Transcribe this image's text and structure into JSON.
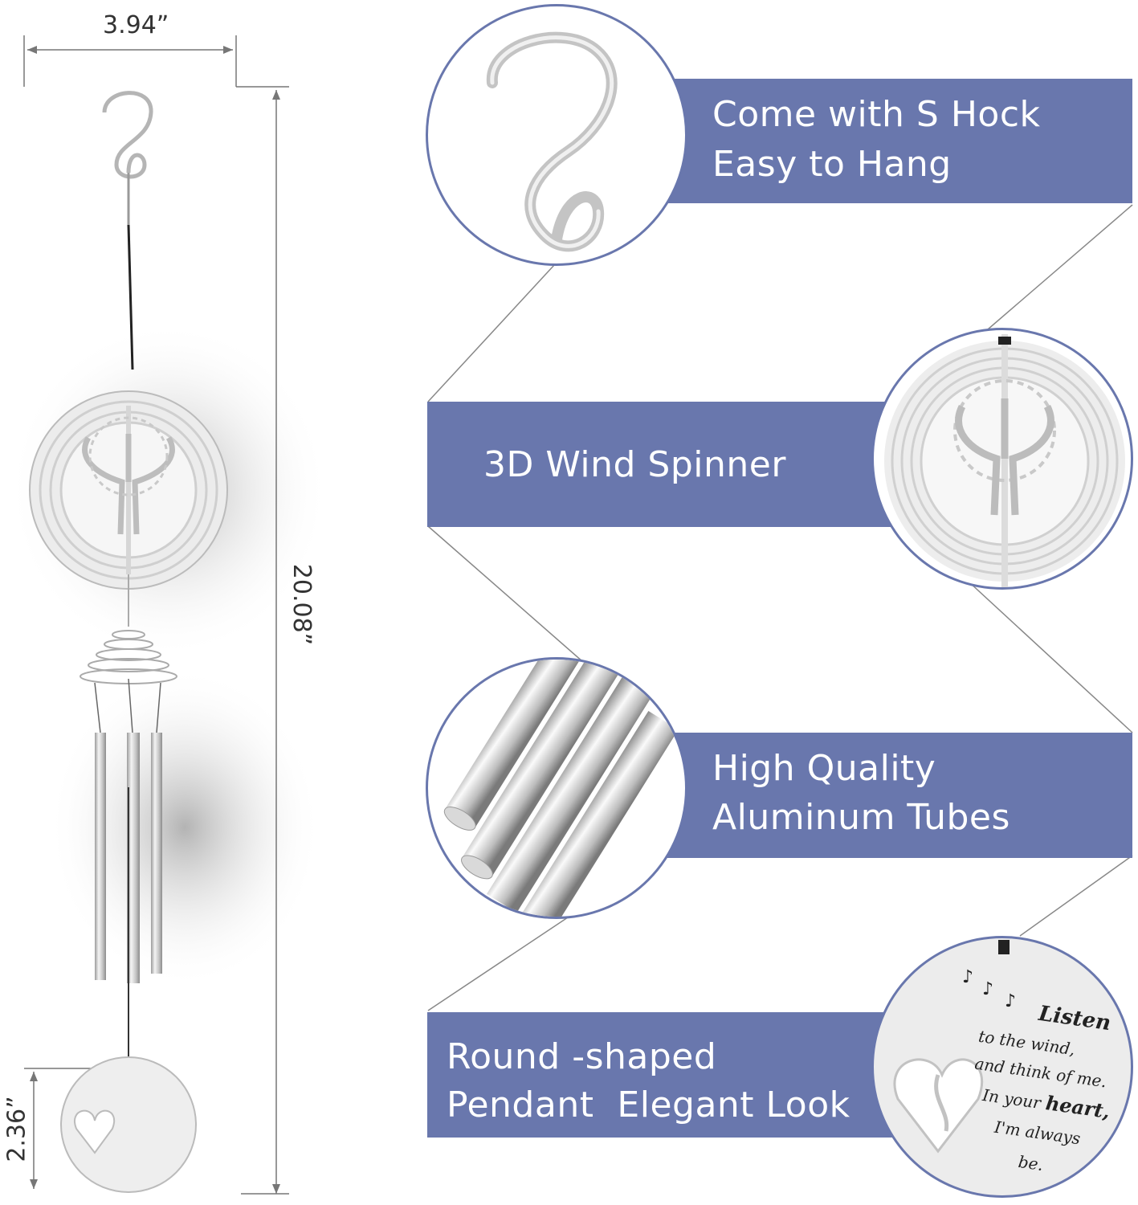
{
  "dimensions": {
    "width_label": "3.94”",
    "height_label": "20.08”",
    "pendant_label": "2.36”"
  },
  "features": [
    {
      "line1": "Come with S Hock",
      "line2": "Easy to Hang",
      "icon": "s-hook-icon"
    },
    {
      "line1": "3D Wind Spinner",
      "line2": "",
      "icon": "tree-of-life-spinner-icon"
    },
    {
      "line1": "High Quality",
      "line2": "Aluminum Tubes",
      "icon": "aluminum-tubes-icon"
    },
    {
      "line1": "Round -shaped",
      "line2": "Pendant  Elegant Look",
      "icon": "pendant-icon"
    }
  ],
  "pendant_text": {
    "title": "Listen",
    "line1": "to the wind,",
    "line2": "and think of me.",
    "line3a": "In your",
    "line3b": "heart,",
    "line4": "I'm always",
    "line5": "be."
  },
  "colors": {
    "banner": "#6977ad",
    "metal": "#c8c8c8"
  }
}
